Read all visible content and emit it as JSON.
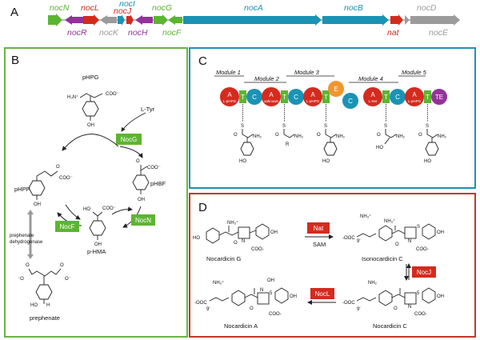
{
  "panels": {
    "a": "A",
    "b": "B",
    "c": "C",
    "d": "D"
  },
  "colors": {
    "green": "#5cb531",
    "purple": "#93339a",
    "red": "#d42b1f",
    "gray": "#9b9b9b",
    "teal": "#1a93b4",
    "orange": "#f0962e",
    "panel_b_border": "#6ab446",
    "panel_c_border": "#1a93b4",
    "panel_d_border": "#c1392b"
  },
  "genes": {
    "nocN": "nocN",
    "nocR": "nocR",
    "nocL": "nocL",
    "nocK": "nocK",
    "nocI": "nocI",
    "nocJ": "nocJ",
    "nocH": "nocH",
    "nocG": "nocG",
    "nocF": "nocF",
    "nocA": "nocA",
    "nocB": "nocB",
    "nat": "nat",
    "nocD": "nocD",
    "nocE": "nocE"
  },
  "panel_b": {
    "pHPG": "pHPG",
    "L_Tyr": "L-Tyr",
    "NocG": "NocG",
    "pHPP": "pHPP",
    "pHBF": "pHBF",
    "p_HMA": "p-HMA",
    "NocN": "NocN",
    "NocF": "NocF",
    "prephenate_dehydrogenase_1": "prephenate",
    "prephenate_dehydrogenase_2": "dehydrogenase",
    "prephenate": "prephenate"
  },
  "panel_c": {
    "modules": [
      "Module 1",
      "Module 2",
      "Module 3",
      "Module 4",
      "Module 5"
    ],
    "domains": {
      "A": "A",
      "C": "C",
      "T": "T",
      "E": "E",
      "TE": "TE",
      "sub_lphpg": "L-pHPG",
      "sub_unknown": "unknown",
      "sub_lser": "L-Ser"
    }
  },
  "panel_d": {
    "Nat": "Nat",
    "SAM": "SAM",
    "NocJ": "NocJ",
    "NocL": "NocL",
    "nocardicin_G": "Nocardicin G",
    "isonocardicin_C": "Isonocardicin C",
    "nocardicin_A": "Nocardicin A",
    "nocardicin_C": "Nocardicin C"
  }
}
